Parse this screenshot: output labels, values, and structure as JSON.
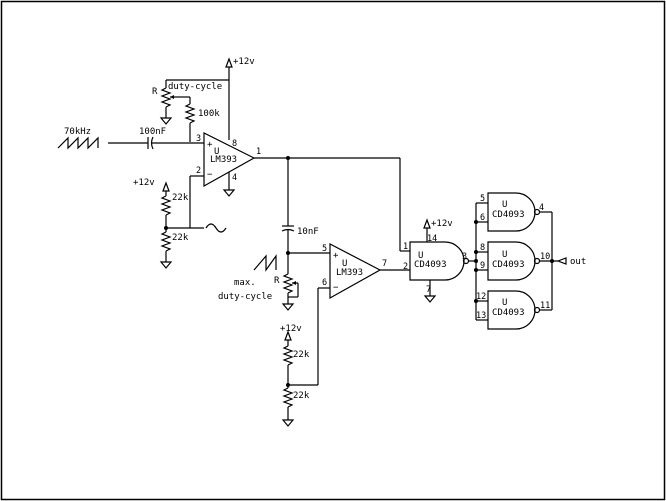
{
  "labels": {
    "plus12v_top": "+12v",
    "duty_cycle_top": "duty-cycle",
    "r_top": "R",
    "res_100k": "100k",
    "freq_70khz": "70kHz",
    "cap_100nf": "100nF",
    "u1_u": "U",
    "u1_name": "LM393",
    "pin3": "3",
    "pin8": "8",
    "pin2": "2",
    "pin4": "4",
    "pin1_out": "1",
    "plus12v_left": "+12v",
    "res_22k_a": "22k",
    "res_22k_b": "22k",
    "cap_10nf": "10nF",
    "u2_u": "U",
    "u2_name": "LM393",
    "pin5": "5",
    "pin6": "6",
    "pin7_out": "7",
    "r_mid": "R",
    "max_label": "max.",
    "duty_cycle_mid": "duty-cycle",
    "plus12v_bottom": "+12v",
    "res_22k_c": "22k",
    "res_22k_d": "22k",
    "plus12v_nand": "+12v",
    "nand1_pin14": "14",
    "nand1_u": "U",
    "nand1_name": "CD4093",
    "nand1_pin1": "1",
    "nand1_pin2": "2",
    "nand1_pin7": "7",
    "nand1_pin3": "3",
    "nand2_pin5": "5",
    "nand2_pin6": "6",
    "nand2_u": "U",
    "nand2_name": "CD4093",
    "nand2_pin4": "4",
    "nand3_pin8": "8",
    "nand3_pin9": "9",
    "nand3_u": "U",
    "nand3_name": "CD4093",
    "nand3_pin10": "10",
    "nand4_pin12": "12",
    "nand4_pin13": "13",
    "nand4_u": "U",
    "nand4_name": "CD4093",
    "nand4_pin11": "11",
    "out_label": "out"
  }
}
